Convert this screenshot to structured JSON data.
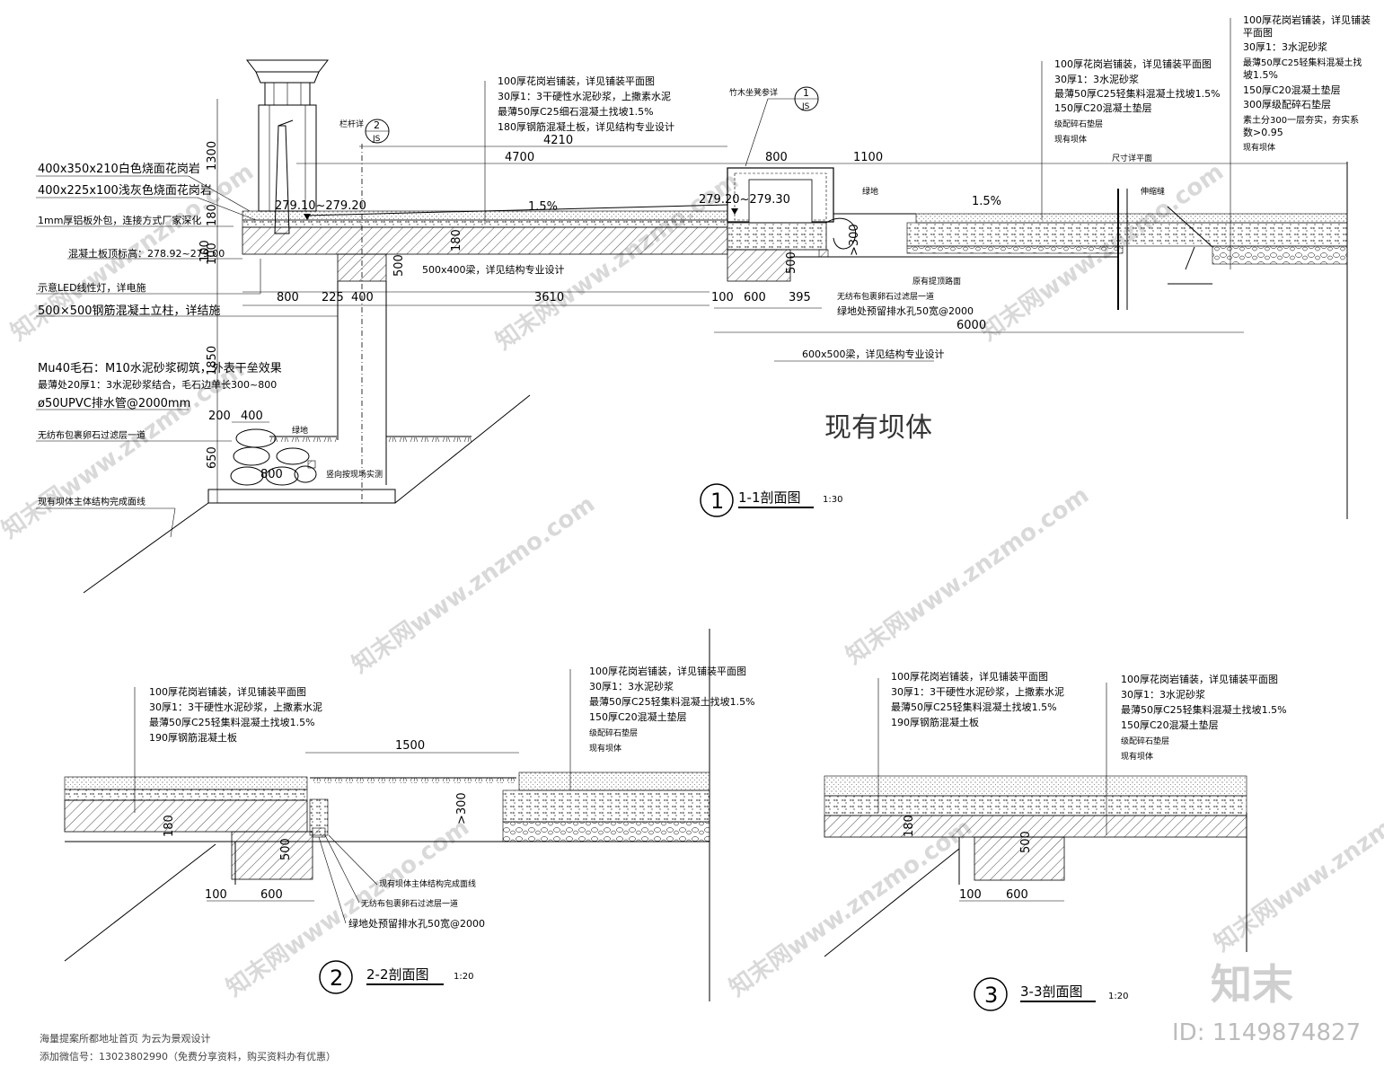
{
  "section1": {
    "title": "1-1剖面图",
    "scale": "1:30",
    "number": "1",
    "dam_label": "现有坝体",
    "left_notes": [
      "400x350x210白色烧面花岗岩",
      "400x225x100浅灰色烧面花岗岩",
      "1mm厚铝板外包，连接方式厂家深化",
      "混凝土板顶标高：278.92~279.00",
      "示意LED线性灯，详电施",
      "500×500钢筋混凝土立柱，详结施"
    ],
    "lower_notes": [
      "Mu40毛石：M10水泥砂浆砌筑，外表干垒效果",
      "最薄处20厚1：3水泥砂浆结合，毛石边单长300~800",
      "ø50UPVC排水管@2000mm",
      "无纺布包裹卵石过滤层一道",
      "现有坝体主体结构完成面线"
    ],
    "top_notes": [
      "100厚花岗岩铺装，详见铺装平面图",
      "30厚1：3干硬性水泥砂浆，上撒素水泥",
      "最薄50厚C25细石混凝土找坡1.5%",
      "180厚钢筋混凝土板，详见结构专业设计"
    ],
    "right_notes_a": [
      "100厚花岗岩铺装，详见铺装平面图",
      "30厚1：3水泥砂浆",
      "最薄50厚C25轻集料混凝土找坡1.5%",
      "150厚C20混凝土垫层",
      "级配碎石垫层",
      "现有坝体"
    ],
    "right_notes_b": [
      "100厚花岗岩铺装，详见铺装",
      "平面图",
      "30厚1：3水泥砂浆",
      "最薄50厚C25轻集料混凝土找",
      "坡1.5%",
      "150厚C20混凝土垫层",
      "300厚级配碎石垫层",
      "素土分300一层夯实，夯实系",
      "数>0.95",
      "现有坝体"
    ],
    "misc": {
      "bench_ref": "竹木坐凳参详",
      "bench_ref_num": "1",
      "bench_ref_sheet": "JS",
      "rail_ref": "栏杆详",
      "rail_ref_num": "2",
      "rail_ref_sheet": "JS",
      "green": "绿地",
      "green2": "绿地",
      "joint": "伸缩缝",
      "existing_road": "原有提顶路面",
      "size_per_plan": "尺寸详平面",
      "filter": "无纺布包裹卵石过滤层一道",
      "drain": "绿地处预留排水孔50宽@2000",
      "beam1": "500x400梁，详见结构专业设计",
      "beam2": "600x500梁，详见结构专业设计",
      "vertical": "竖向按现场实测",
      "elev1": "279.10~279.20",
      "elev2": "279.20~279.30",
      "slope1": "1.5%",
      "slope2": "1.5%"
    },
    "dims": {
      "d4700": "4700",
      "d4210": "4210",
      "d800": "800",
      "d1100": "1100",
      "d1300": "1300",
      "d180": "180",
      "d100": "100",
      "d1850": "1850",
      "d650": "650",
      "d800b": "800",
      "d225": "225",
      "d400": "400",
      "d3610": "3610",
      "d100b": "100",
      "d600": "600",
      "d395": "395",
      "d6000": "6000",
      "d500": "500",
      "d180b": "180",
      "d500b": "500",
      "d300": ">300",
      "d200": "200",
      "d400b": "400",
      "d800c": "800",
      "d100c": "100"
    }
  },
  "section2": {
    "title": "2-2剖面图",
    "scale": "1:20",
    "number": "2",
    "left_notes": [
      "100厚花岗岩铺装，详见铺装平面图",
      "30厚1：3干硬性水泥砂浆，上撒素水泥",
      "最薄50厚C25轻集料混凝土找坡1.5%",
      "190厚钢筋混凝土板"
    ],
    "right_notes": [
      "100厚花岗岩铺装，详见铺装平面图",
      "30厚1：3水泥砂浆",
      "最薄50厚C25轻集料混凝土找坡1.5%",
      "150厚C20混凝土垫层",
      "级配碎石垫层",
      "现有坝体"
    ],
    "bottom_notes": [
      "现有坝体主体结构完成面线",
      "无纺布包裹卵石过滤层一道",
      "绿地处预留排水孔50宽@2000"
    ],
    "dims": {
      "d1500": "1500",
      "d180": "180",
      "d500": "500",
      "d300": ">300",
      "d100": "100",
      "d600": "600"
    }
  },
  "section3": {
    "title": "3-3剖面图",
    "scale": "1:20",
    "number": "3",
    "left_notes": [
      "100厚花岗岩铺装，详见铺装平面图",
      "30厚1：3干硬性水泥砂浆，上撒素水泥",
      "最薄50厚C25轻集料混凝土找坡1.5%",
      "190厚钢筋混凝土板"
    ],
    "right_notes": [
      "100厚花岗岩铺装，详见铺装平面图",
      "30厚1：3水泥砂浆",
      "最薄50厚C25轻集料混凝土找坡1.5%",
      "150厚C20混凝土垫层",
      "级配碎石垫层",
      "现有坝体"
    ],
    "dims": {
      "d180": "180",
      "d500": "500",
      "d100": "100",
      "d600": "600"
    }
  },
  "footer": {
    "line1": "海量提案所都地址首页 为云为景观设计",
    "line2": "添加微信号：13023802990（免费分享资料，购买资料办有优惠）"
  },
  "watermark": {
    "text": "知末网www.znzmo.com",
    "logo": "知末",
    "id": "ID: 1149874827"
  }
}
